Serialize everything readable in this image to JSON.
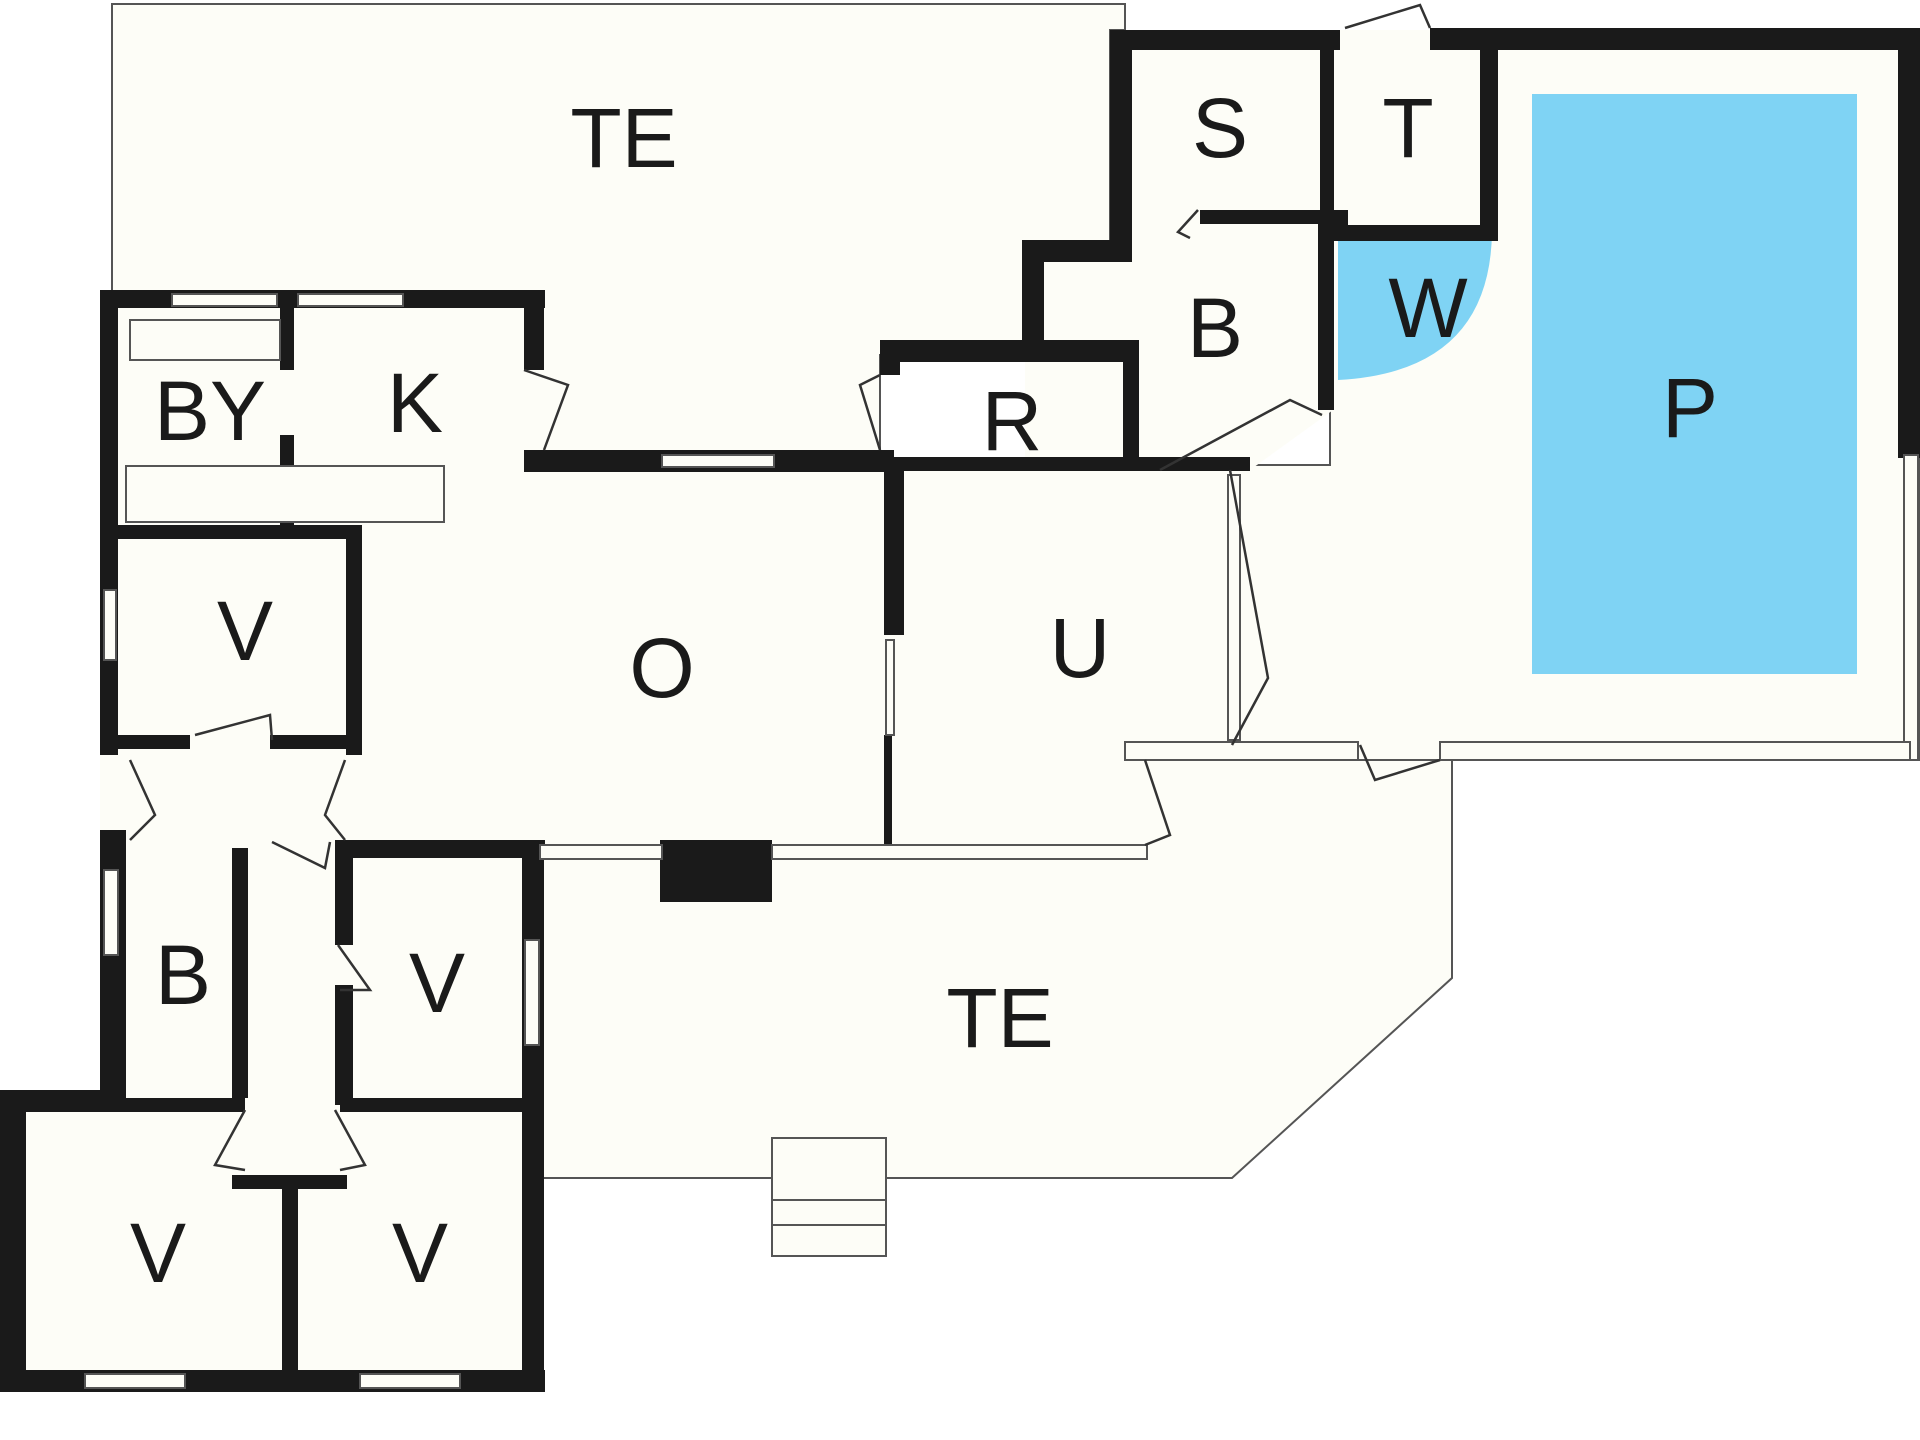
{
  "colors": {
    "floor": "#fdfdf7",
    "wall": "#1a1a1a",
    "pool": "#7fd3f4",
    "whirlpool": "#7fd3f4",
    "outline": "#555555"
  },
  "rooms": [
    {
      "id": "terrace-top",
      "label": "TE"
    },
    {
      "id": "sauna",
      "label": "S"
    },
    {
      "id": "toilet",
      "label": "T"
    },
    {
      "id": "bath-top",
      "label": "B"
    },
    {
      "id": "whirlpool",
      "label": "W"
    },
    {
      "id": "pool",
      "label": "P"
    },
    {
      "id": "utility-room",
      "label": "R"
    },
    {
      "id": "laundry",
      "label": "BY"
    },
    {
      "id": "kitchen",
      "label": "K"
    },
    {
      "id": "bedroom-1",
      "label": "V"
    },
    {
      "id": "living",
      "label": "O"
    },
    {
      "id": "conservatory",
      "label": "U"
    },
    {
      "id": "bath-bottom",
      "label": "B"
    },
    {
      "id": "bedroom-2",
      "label": "V"
    },
    {
      "id": "terrace-bottom",
      "label": "TE"
    },
    {
      "id": "bedroom-3",
      "label": "V"
    },
    {
      "id": "bedroom-4",
      "label": "V"
    }
  ]
}
